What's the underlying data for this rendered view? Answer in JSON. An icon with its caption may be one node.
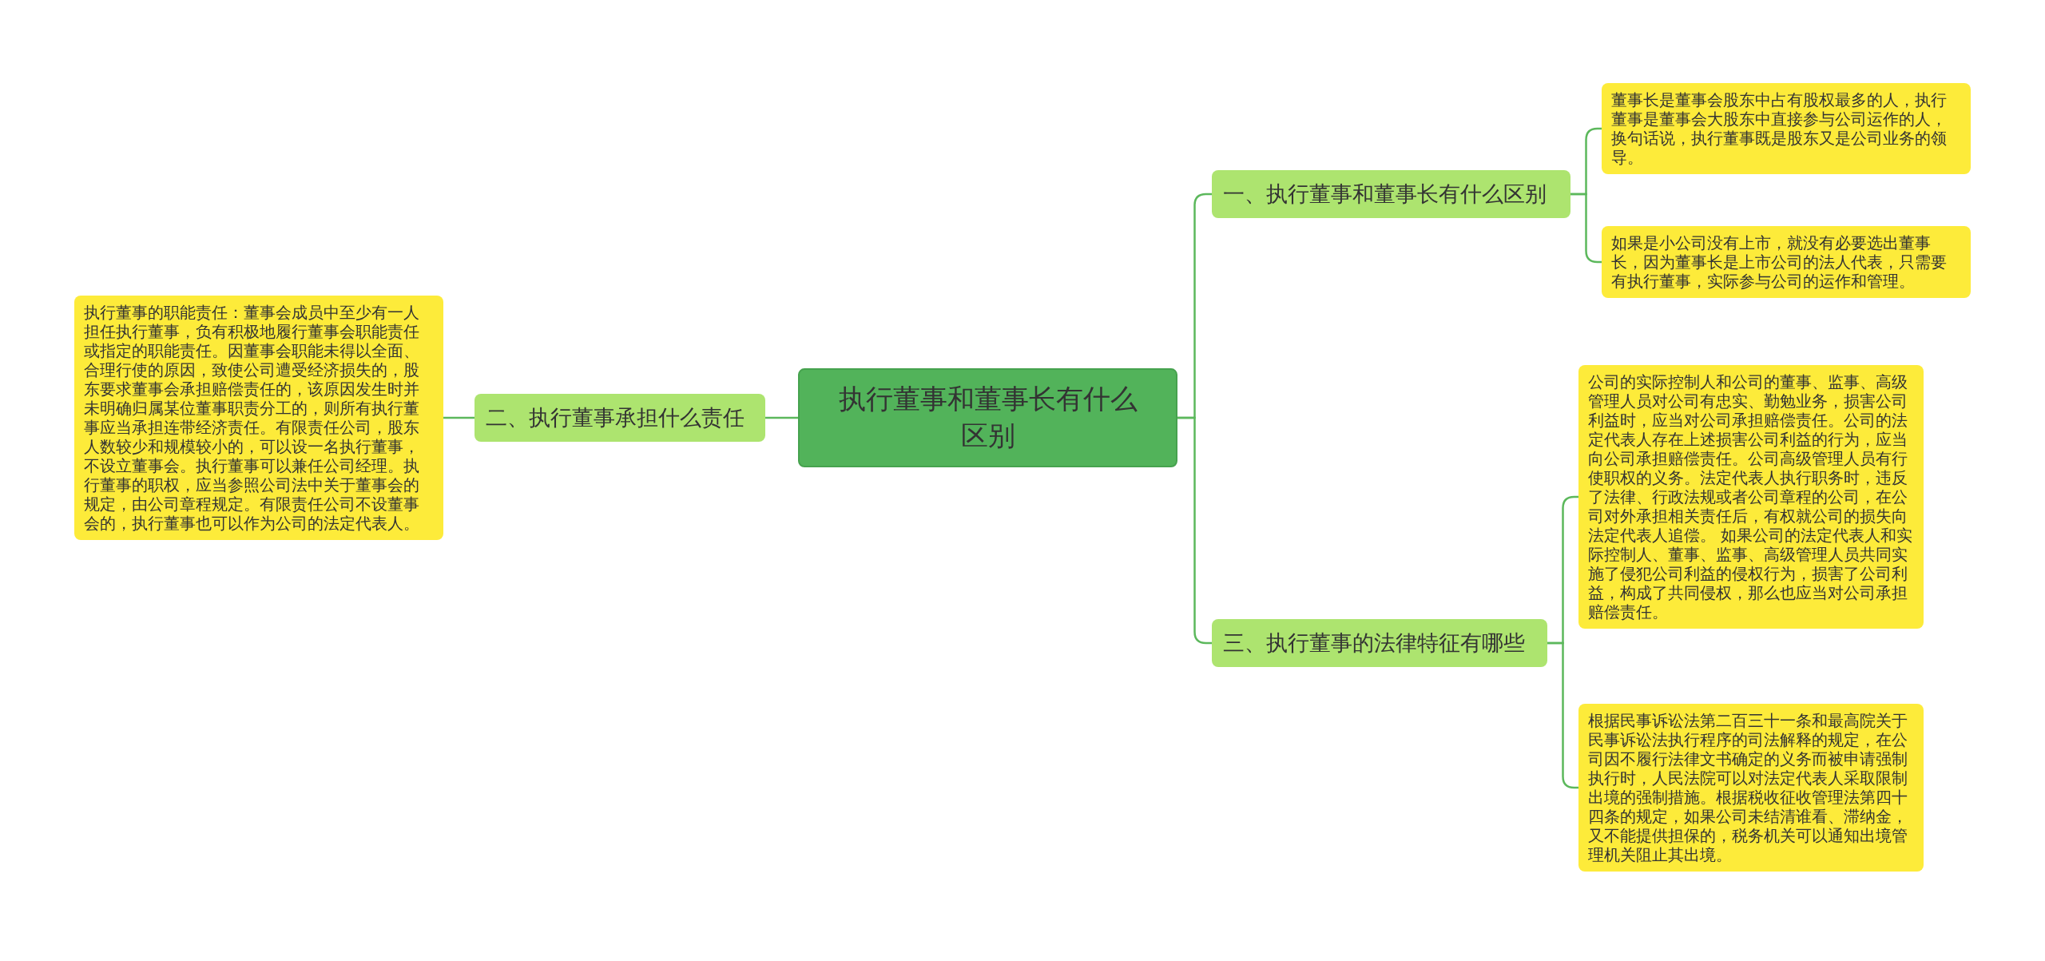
{
  "diagram": {
    "nodes": [
      {
        "text": [
          "执行董事和董事长有什么区别"
        ]
      },
      {
        "text": [
          "一、执行董事和董事长有什么区别"
        ]
      },
      {
        "text": [
          "董事长是董事会股东中占有股权最多的人，执行董事是董事会大股东中直接参与公司运作的人，换句话说，执行董事既是股东又是公司业务的领导。"
        ]
      },
      {
        "text": [
          "如果是小公司没有上市，就没有必要选出董事长，因为董事长是上市公司的法人代表，只需要有执行董事，实际参与公司的运作和管理。"
        ]
      },
      {
        "text": [
          "三、执行董事的法律特征有哪些"
        ]
      },
      {
        "text": [
          "公司的实际控制人和公司的董事、监事、高级管理人员对公司有忠实、勤勉业务，损害公司利益时，应当对公司承担赔偿责任。公司的法定代表人存在上述损害公司利益的行为，应当向公司承担赔偿责任。公司高级管理人员有行使职权的义务。法定代表人执行职务时，违反了法律、行政法规或者公司章程的公司，在公司对外承担相关责任后，有权就公司的损失向法定代表人追偿。 如果公司的法定代表人和实际控制人、董事、监事、高级管理人员共同实施了侵犯公司利益的侵权行为，损害了公司利益，构成了共同侵权，那么也应当对公司承担赔偿责任。"
        ]
      },
      {
        "text": [
          "根据民事诉讼法第二百三十一条和最高院关于民事诉讼法执行程序的司法解释的规定，在公司因不履行法律文书确定的义务而被申请强制执行时，人民法院可以对法定代表人采取限制出境的强制措施。根据税收征收管理法第四十四条的规定，如果公司未结清谁看、滞纳金，又不能提供担保的，税务机关可以通知出境管理机关阻止其出境。"
        ]
      },
      {
        "text": [
          "二、执行董事承担什么责任"
        ]
      },
      {
        "text": [
          "执行董事的职能责任：董事会成员中至少有一人担任执行董事，负有积极地履行董事会职能责任或指定的职能责任。因董事会职能未得以全面、合理行使的原因，致使公司遭受经济损失的，股东要求董事会承担赔偿责任的，该原因发生时并未明确归属某位董事职责分工的，则所有执行董事应当承担连带经济责任。有限责任公司，股东人数较少和规模较小的，可以设一名执行董事，不设立董事会。执行董事可以兼任公司经理。执行董事的职权，应当参照公司法中关于董事会的规定，由公司章程规定。有限责任公司不设董事会的，执行董事也可以作为公司的法定代表人。"
        ]
      }
    ],
    "edges": [
      {
        "from": 0,
        "to": 1,
        "arrow": "none"
      },
      {
        "from": 1,
        "to": 2,
        "arrow": "none"
      },
      {
        "from": 1,
        "to": 3,
        "arrow": "none"
      },
      {
        "from": 0,
        "to": 4,
        "arrow": "none"
      },
      {
        "from": 4,
        "to": 5,
        "arrow": "none"
      },
      {
        "from": 4,
        "to": 6,
        "arrow": "none"
      },
      {
        "from": 0,
        "to": 7,
        "arrow": "none"
      },
      {
        "from": 7,
        "to": 8,
        "arrow": "none"
      }
    ]
  }
}
